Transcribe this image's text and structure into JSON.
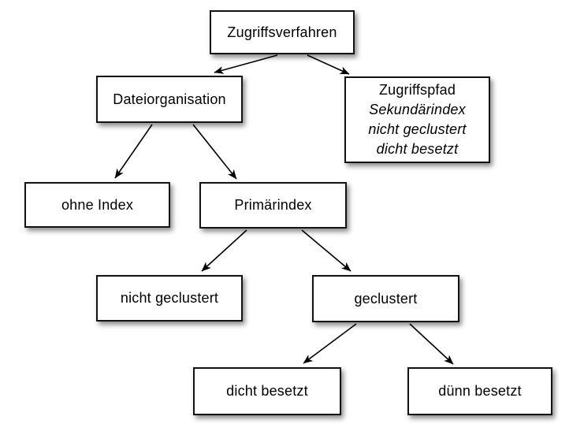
{
  "diagram": {
    "background_color": "#ffffff",
    "node_fill_color": "#ffffff",
    "node_border_color": "#121212",
    "arrow_color": "#000000",
    "nodes": {
      "zugriffsverfahren": {
        "label": "Zugriffsverfahren"
      },
      "dateiorganisation": {
        "label": "Dateiorganisation"
      },
      "zugriffspfad": {
        "lines": [
          "Zugriffspfad",
          "Sekundärindex",
          "nicht geclustert",
          "dicht besetzt"
        ]
      },
      "ohne_index": {
        "label": "ohne Index"
      },
      "primaerindex": {
        "label": "Primärindex"
      },
      "nicht_geclustert": {
        "label": "nicht geclustert"
      },
      "geclustert": {
        "label": "geclustert"
      },
      "dicht_besetzt": {
        "label": "dicht besetzt"
      },
      "duenn_besetzt": {
        "label": "dünn besetzt"
      }
    },
    "edges": [
      {
        "from": "zugriffsverfahren",
        "to": "dateiorganisation"
      },
      {
        "from": "zugriffsverfahren",
        "to": "zugriffspfad"
      },
      {
        "from": "dateiorganisation",
        "to": "ohne_index"
      },
      {
        "from": "dateiorganisation",
        "to": "primaerindex"
      },
      {
        "from": "primaerindex",
        "to": "nicht_geclustert"
      },
      {
        "from": "primaerindex",
        "to": "geclustert"
      },
      {
        "from": "geclustert",
        "to": "dicht_besetzt"
      },
      {
        "from": "geclustert",
        "to": "duenn_besetzt"
      }
    ]
  }
}
